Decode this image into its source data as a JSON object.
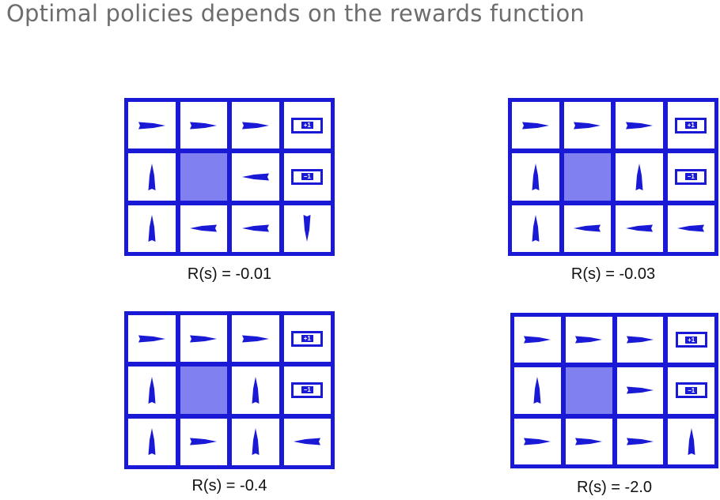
{
  "slide": {
    "title": "Optimal policies depends on the rewards function"
  },
  "colors": {
    "grid": "#1a1ad6",
    "wall": "#8080f0",
    "arrow": "#1a1ad6",
    "title": "#6d6d6d"
  },
  "terminal_labels": {
    "plus": "+1",
    "minus": "−1"
  },
  "panels": [
    {
      "caption": "R(s) = -0.01",
      "policy": [
        [
          "right",
          "right",
          "right",
          "plus"
        ],
        [
          "up",
          "wall",
          "left",
          "minus"
        ],
        [
          "up",
          "left",
          "left",
          "down"
        ]
      ]
    },
    {
      "caption": "R(s) = -0.03",
      "policy": [
        [
          "right",
          "right",
          "right",
          "plus"
        ],
        [
          "up",
          "wall",
          "up",
          "minus"
        ],
        [
          "up",
          "left",
          "left",
          "left"
        ]
      ]
    },
    {
      "caption": "R(s) = -0.4",
      "policy": [
        [
          "right",
          "right",
          "right",
          "plus"
        ],
        [
          "up",
          "wall",
          "up",
          "minus"
        ],
        [
          "up",
          "right",
          "up",
          "left"
        ]
      ]
    },
    {
      "caption": "R(s) = -2.0",
      "policy": [
        [
          "right",
          "right",
          "right",
          "plus"
        ],
        [
          "up",
          "wall",
          "right",
          "minus"
        ],
        [
          "right",
          "right",
          "right",
          "up"
        ]
      ]
    }
  ]
}
